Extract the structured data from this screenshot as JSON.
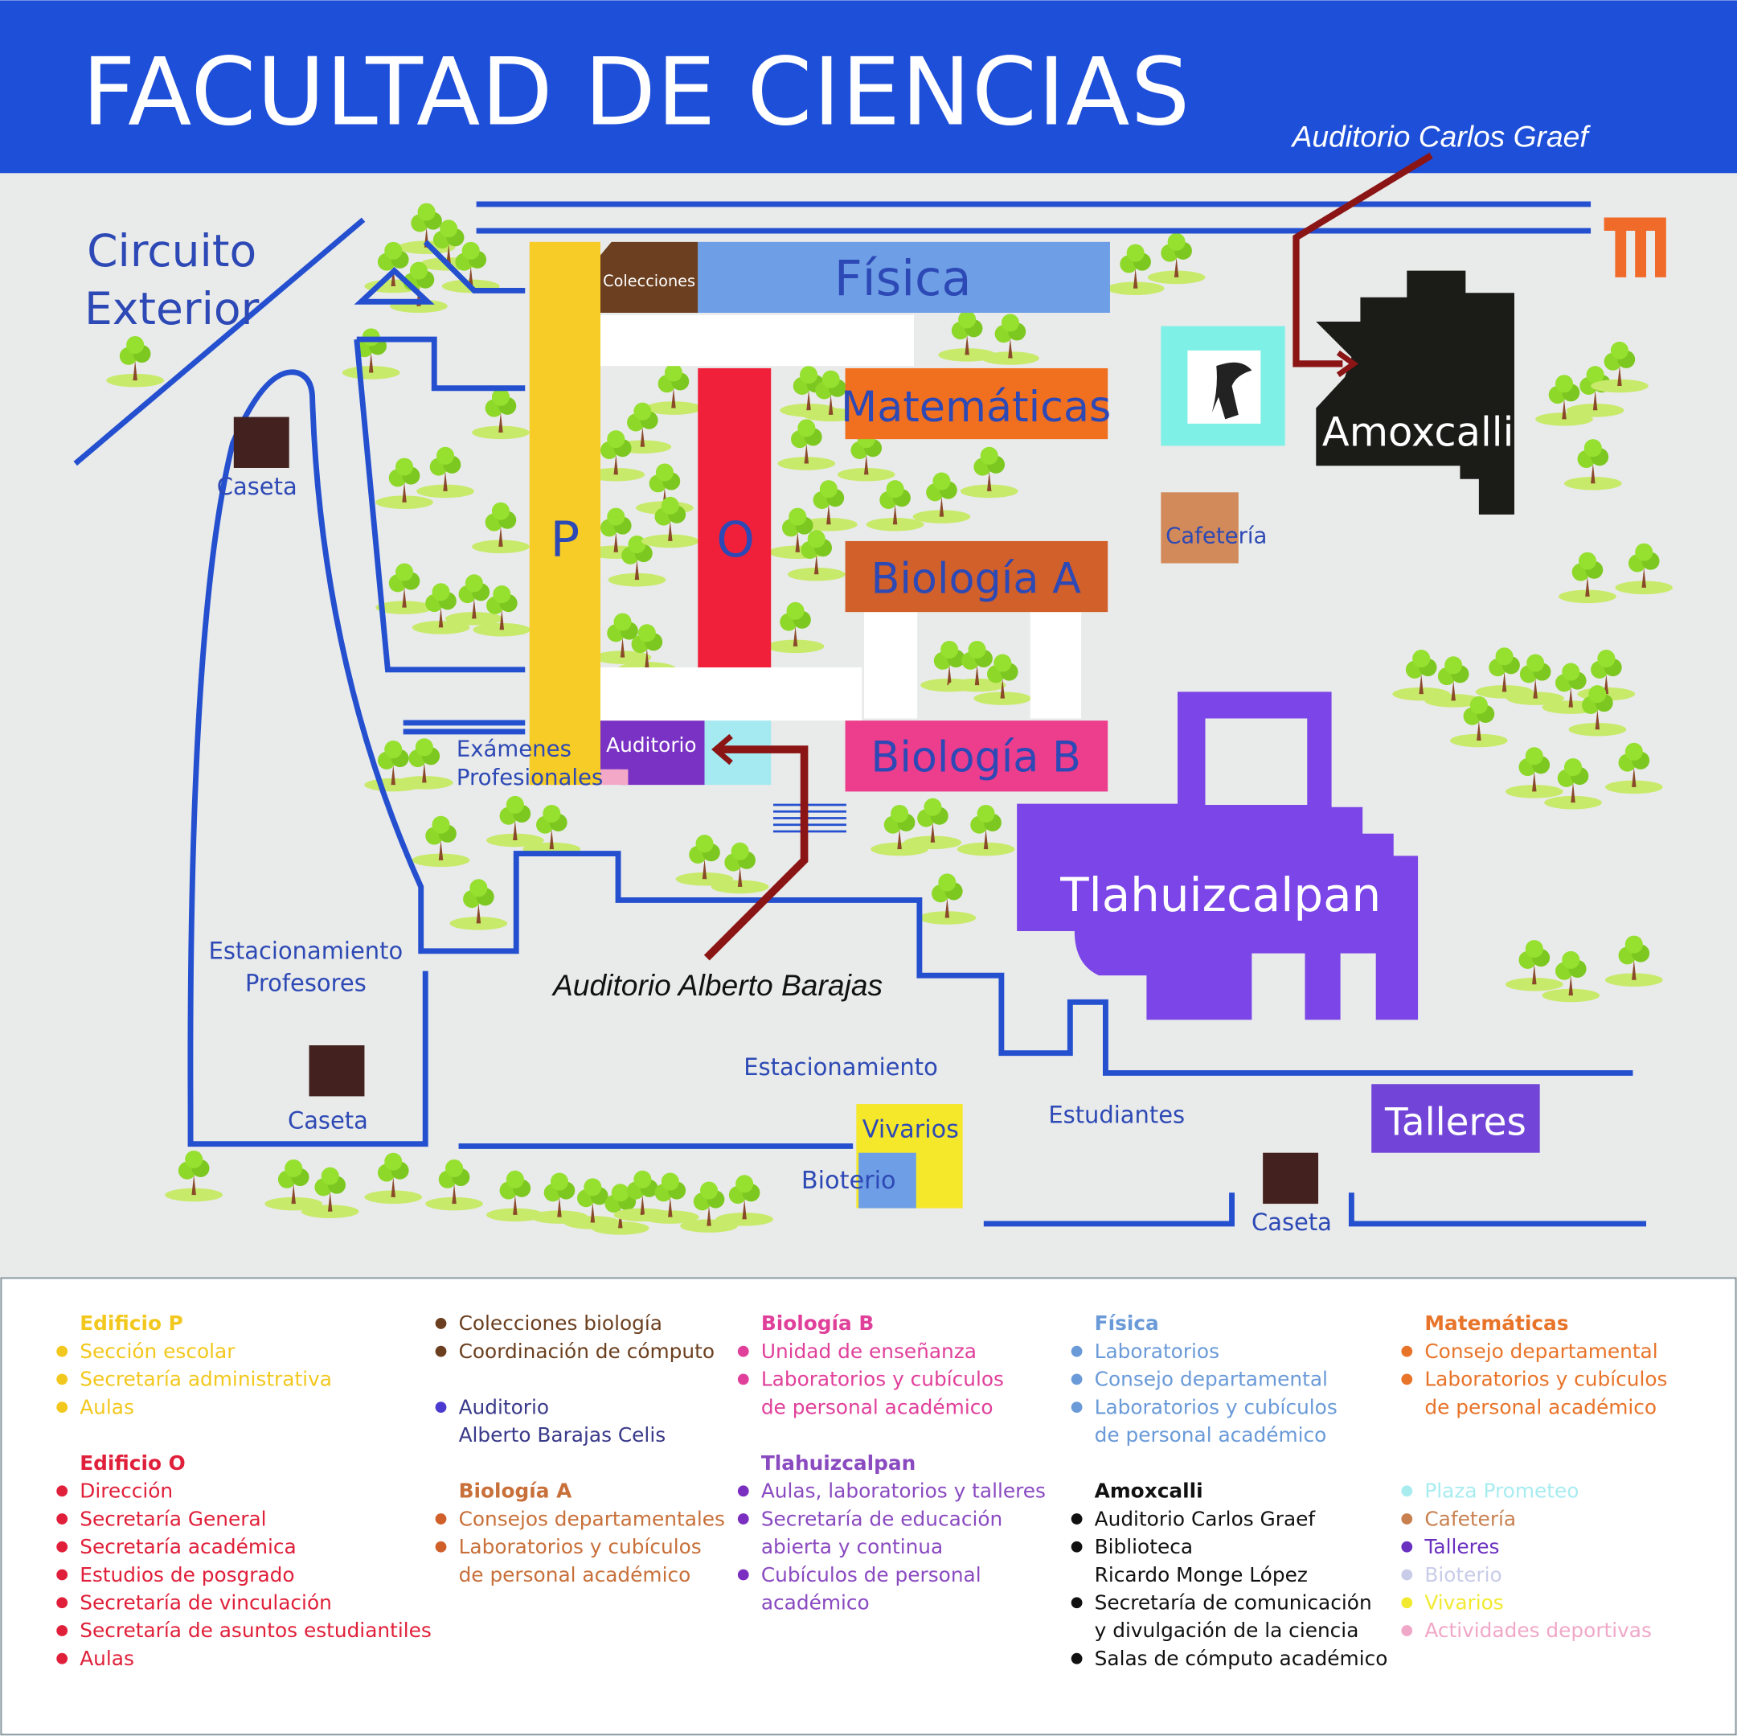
{
  "header": {
    "title": "FACULTAD DE CIENCIAS",
    "bg_color": "#1e4fd8"
  },
  "map": {
    "region_label": [
      "Circuito",
      "Exterior"
    ],
    "buildings": {
      "p": "P",
      "o": "O",
      "colecciones": "Colecciones",
      "fisica": "Física",
      "matematicas": "Matemáticas",
      "biologia_a": "Biología A",
      "biologia_b": "Biología B",
      "auditorio": "Auditorio",
      "cafeteria": "Cafetería",
      "amoxcalli": "Amoxcalli",
      "tlahuizcalpan": "Tlahuizcalpan",
      "talleres": "Talleres",
      "vivarios": "Vivarios",
      "bioterio": "Bioterio"
    },
    "labels": {
      "examenes": [
        "Exámenes",
        "Profesionales"
      ],
      "estacionamiento_profesores": [
        "Estacionamiento",
        "Profesores"
      ],
      "estacionamiento": "Estacionamiento",
      "estudiantes": "Estudiantes",
      "caseta": "Caseta"
    },
    "callouts": {
      "carlos_graef": "Auditorio Carlos Graef",
      "alberto_barajas": "Auditorio Alberto Barajas"
    },
    "icons": [
      "metro-icon",
      "tree-icon",
      "statue-icon",
      "stairs-icon"
    ]
  },
  "legend": {
    "columns": [
      {
        "groups": [
          {
            "heading": "Edificio P",
            "color": "#f2c81e",
            "items": [
              {
                "lines": [
                  "Sección escolar"
                ]
              },
              {
                "lines": [
                  "Secretaría administrativa"
                ]
              },
              {
                "lines": [
                  "Aulas"
                ]
              }
            ]
          },
          {
            "heading": "Edificio O",
            "color": "#e0203a",
            "items": [
              {
                "lines": [
                  "Dirección"
                ]
              },
              {
                "lines": [
                  "Secretaría General"
                ]
              },
              {
                "lines": [
                  "Secretaría académica"
                ]
              },
              {
                "lines": [
                  "Estudios de posgrado"
                ]
              },
              {
                "lines": [
                  "Secretaría de vinculación"
                ]
              },
              {
                "lines": [
                  "Secretaría de asuntos estudiantiles"
                ]
              },
              {
                "lines": [
                  "Aulas"
                ]
              }
            ]
          }
        ]
      },
      {
        "groups": [
          {
            "color": "#6b3f1f",
            "items": [
              {
                "lines": [
                  "Colecciones biología"
                ]
              },
              {
                "lines": [
                  "Coordinación de cómputo"
                ]
              }
            ]
          },
          {
            "color": "#3a3a8a",
            "bullet": "#4b3ad0",
            "items": [
              {
                "lines": [
                  "Auditorio",
                  "Alberto Barajas Celis"
                ]
              }
            ]
          },
          {
            "heading": "Biología A",
            "color": "#c8703a",
            "bullet": "#d0602a",
            "items": [
              {
                "lines": [
                  "Consejos departamentales"
                ]
              },
              {
                "lines": [
                  "Laboratorios y cubículos",
                  "de personal académico"
                ]
              }
            ]
          }
        ]
      },
      {
        "groups": [
          {
            "heading": "Biología B",
            "color": "#e0409a",
            "items": [
              {
                "lines": [
                  "Unidad de enseñanza"
                ]
              },
              {
                "lines": [
                  "Laboratorios y cubículos",
                  "de personal académico"
                ]
              }
            ]
          },
          {
            "heading": "Tlahuizcalpan",
            "color": "#8a4ac0",
            "bullet": "#7a2fc0",
            "items": [
              {
                "lines": [
                  "Aulas, laboratorios y talleres"
                ]
              },
              {
                "lines": [
                  "Secretaría de educación",
                  "abierta y continua"
                ]
              },
              {
                "lines": [
                  "Cubículos de personal",
                  "académico"
                ]
              }
            ]
          }
        ]
      },
      {
        "groups": [
          {
            "heading": "Física",
            "color": "#6a9ad8",
            "items": [
              {
                "lines": [
                  "Laboratorios"
                ]
              },
              {
                "lines": [
                  "Consejo departamental"
                ]
              },
              {
                "lines": [
                  "Laboratorios y cubículos",
                  "de personal académico"
                ]
              }
            ]
          },
          {
            "heading": "Amoxcalli",
            "color": "#111111",
            "items": [
              {
                "lines": [
                  "Auditorio Carlos Graef"
                ]
              },
              {
                "lines": [
                  "Biblioteca",
                  "Ricardo Monge López"
                ]
              },
              {
                "lines": [
                  "Secretaría de comunicación",
                  "y divulgación de la ciencia"
                ]
              },
              {
                "lines": [
                  "Salas de cómputo académico"
                ]
              }
            ]
          }
        ]
      },
      {
        "groups": [
          {
            "heading": "Matemáticas",
            "color": "#e8742a",
            "items": [
              {
                "lines": [
                  "Consejo departamental"
                ]
              },
              {
                "lines": [
                  "Laboratorios y cubículos",
                  "de personal académico"
                ]
              }
            ]
          },
          {
            "heading": "",
            "color": "#888888",
            "items": [
              {
                "lines": [
                  "Plaza Prometeo"
                ],
                "color": "#a8ecf0"
              },
              {
                "lines": [
                  "Cafetería"
                ],
                "color": "#c88050"
              },
              {
                "lines": [
                  "Talleres"
                ],
                "color": "#6a30c0"
              },
              {
                "lines": [
                  "Bioterio"
                ],
                "color": "#c8cce8"
              },
              {
                "lines": [
                  "Vivarios"
                ],
                "color": "#f2ea30"
              },
              {
                "lines": [
                  "Actividades deportivas"
                ],
                "color": "#f0a8c8"
              }
            ]
          }
        ]
      }
    ]
  }
}
